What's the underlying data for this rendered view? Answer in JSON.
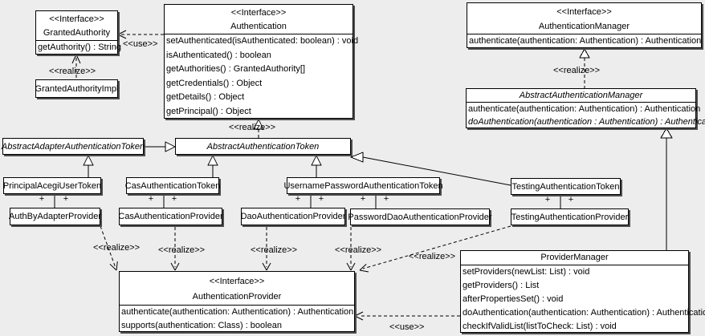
{
  "labels": {
    "use": "&lt;&lt;use&gt;&gt;",
    "realize": "&lt;&lt;realize&gt;&gt;",
    "plus": "+",
    "use_text": "<<use>>",
    "realize_text": "<<realize>>"
  },
  "classes": {
    "granted_authority": {
      "stereotype": "<<Interface>>",
      "name": "GrantedAuthority",
      "methods": [
        "getAuthority() : String"
      ]
    },
    "granted_authority_impl": {
      "name": "GrantedAuthorityImpl"
    },
    "authentication": {
      "stereotype": "<<Interface>>",
      "name": "Authentication",
      "methods": [
        "setAuthenticated(isAuthenticated: boolean) : void",
        "isAuthenticated() : boolean",
        "getAuthorities() : GrantedAuthority[]",
        "getCredentials() : Object",
        "getDetails() : Object",
        "getPrincipal() : Object"
      ]
    },
    "authentication_manager": {
      "stereotype": "<<Interface>>",
      "name": "AuthenticationManager",
      "methods": [
        "authenticate(authentication: Authentication) : Authentication"
      ]
    },
    "abstract_authentication_manager": {
      "name": "AbstractAuthenticationManager",
      "methods": [
        "authenticate(authentication: Authentication) : Authentication",
        "doAuthentication(authentication : Authentication) : Authentication"
      ]
    },
    "abstract_adapter_authentication_token": {
      "name": "AbstractAdapterAuthenticationToken"
    },
    "abstract_authentication_token": {
      "name": "AbstractAuthenticationToken"
    },
    "principal_acegi_user_token": {
      "name": "PrincipalAcegiUserToken"
    },
    "cas_authentication_token": {
      "name": "CasAuthenticationToken"
    },
    "username_password_authentication_token": {
      "name": "UsernamePasswordAuthenticationToken"
    },
    "testing_authentication_token": {
      "name": "TestingAuthenticationToken"
    },
    "auth_by_adapter_provider": {
      "name": "AuthByAdapterProvider"
    },
    "cas_authentication_provider": {
      "name": "CasAuthenticationProvider"
    },
    "dao_authentication_provider": {
      "name": "DaoAuthenticationProvider"
    },
    "password_dao_authentication_provider": {
      "name": "PasswordDaoAuthenticationProvider"
    },
    "testing_authentication_provider": {
      "name": "TestingAuthenticationProvider"
    },
    "authentication_provider": {
      "stereotype": "<<Interface>>",
      "name": "AuthenticationProvider",
      "methods": [
        "authenticate(authentication: Authentication) : Authentication",
        "supports(authentication: Class) : boolean"
      ]
    },
    "provider_manager": {
      "name": "ProviderManager",
      "methods": [
        "setProviders(newList: List) : void",
        "getProviders() : List",
        "afterPropertiesSet() : void",
        "doAuthentication(authentication: Authentication) : Authentication",
        "checkIfValidList(listToCheck: List) : void"
      ]
    }
  }
}
